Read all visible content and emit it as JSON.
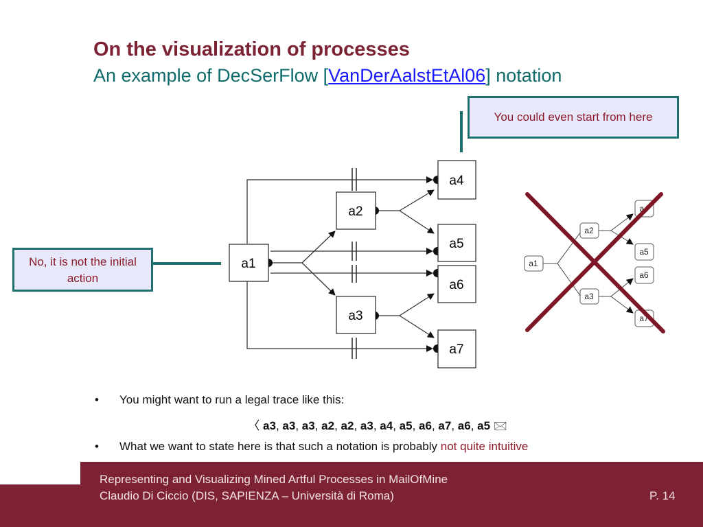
{
  "slide": {
    "title": "On the visualization of processes",
    "subtitle_prefix": "An example of DecSerFlow [",
    "subtitle_ref": "VanDerAalstEtAl06",
    "subtitle_suffix": "] notation"
  },
  "callouts": {
    "top": "You could even start from here",
    "left": "No, it is not the initial action"
  },
  "diagram": {
    "nodes": {
      "a1": "a1",
      "a2": "a2",
      "a3": "a3",
      "a4": "a4",
      "a5": "a5",
      "a6": "a6",
      "a7": "a7"
    }
  },
  "crossed_diagram": {
    "nodes": {
      "a1": "a1",
      "a2": "a2",
      "a3": "a3",
      "a4": "a4",
      "a5": "a5",
      "a6": "a6",
      "a7": "a7"
    }
  },
  "bullets": {
    "first": "You might want to run a legal trace like this:",
    "trace": [
      "a3",
      "a3",
      "a3",
      "a2",
      "a2",
      "a3",
      "a4",
      "a5",
      "a6",
      "a7",
      "a6",
      "a5"
    ],
    "trace_open": "〈",
    "trace_close_icon": "envelope-icon",
    "second_prefix": "What we want to state here is that such a notation is probably ",
    "second_highlight": "not quite intuitive"
  },
  "footer": {
    "line1": "Representing and Visualizing Mined Artful Processes in MailOfMine",
    "line2": "Claudio Di Ciccio (DIS, SAPIENZA – Università di Roma)",
    "page": "P. 14"
  },
  "colors": {
    "title": "#7b2233",
    "subtitle": "#0e6b6b",
    "footer": "#7d2232",
    "cross": "#7d1626",
    "callout_border": "#1f6f6f"
  }
}
